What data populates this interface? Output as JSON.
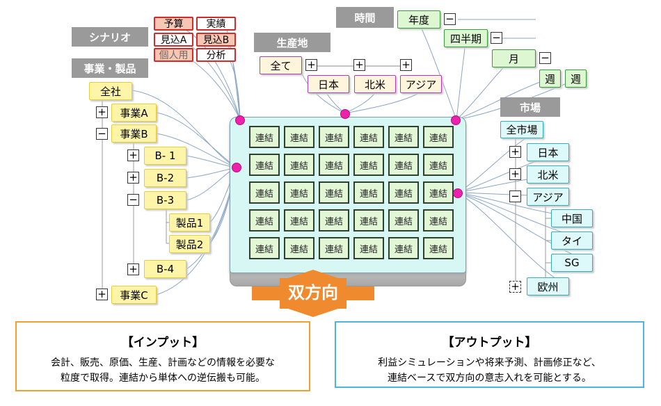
{
  "headers": {
    "scenario": "シナリオ",
    "business": "事業・製品",
    "region": "生産地",
    "time": "時間",
    "market": "市場"
  },
  "scenario_items": [
    "予算",
    "実績",
    "見込A",
    "見込B",
    "個人用",
    "分析"
  ],
  "business_items": {
    "all": "全社",
    "a": "事業A",
    "b": "事業B",
    "b1": "B- 1",
    "b2": "B-2",
    "b3": "B-3",
    "p1": "製品1",
    "p2": "製品2",
    "b4": "B-4",
    "c": "事業C"
  },
  "region_items": {
    "all": "全て",
    "japan": "日本",
    "na": "北米",
    "asia": "アジア"
  },
  "time_items": {
    "year": "年度",
    "quarter": "四半期",
    "month": "月",
    "week1": "週",
    "week2": "週"
  },
  "market_items": {
    "all": "全市場",
    "japan": "日本",
    "na": "北米",
    "asia": "アジア",
    "china": "中国",
    "thai": "タイ",
    "sg": "SG",
    "eu": "欧州"
  },
  "cube_cell_label": "連結",
  "arrow_label": "双方向",
  "input_box": {
    "title": "【インプット】",
    "line1": "会計、販売、原価、生産、計画などの情報を必要な",
    "line2": "粒度で取得。連結から単体への逆伝搬も可能。"
  },
  "output_box": {
    "title": "【アウトプット】",
    "line1": "利益シミュレーションや将来予測、計画修正など、",
    "line2": "連結ベースで双方向の意志入れを可能とする。"
  },
  "colors": {
    "header": "#9a9a9a",
    "connector": "#ee22aa",
    "arrow": "#ef8a2e",
    "input_border": "#f0a030",
    "output_border": "#4cb8d8"
  }
}
